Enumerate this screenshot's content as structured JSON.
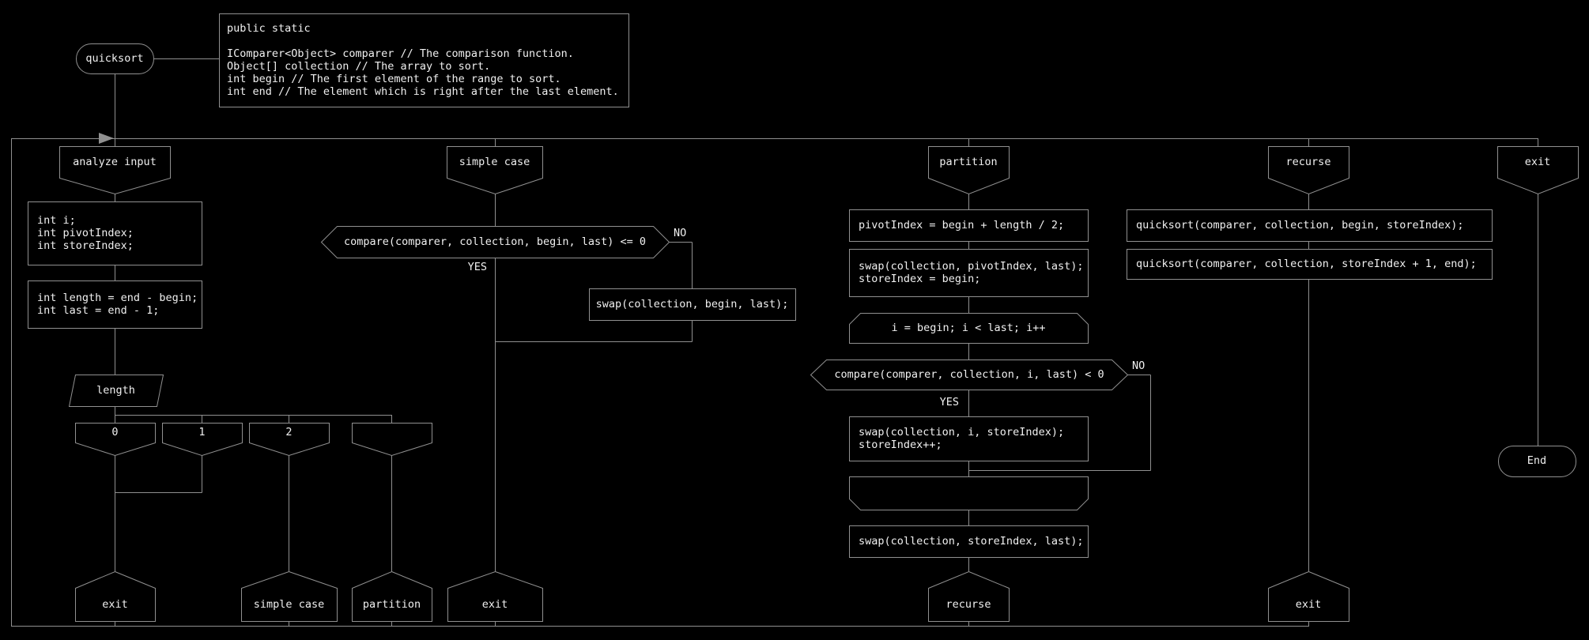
{
  "colors": {
    "background": "#000000",
    "line": "#909090",
    "text": "#f0f0f0"
  },
  "flow": {
    "start": "quicksort",
    "comment": "public static\n\nIComparer<Object> comparer // The comparison function.\nObject[] collection // The array to sort.\nint begin // The first element of the range to sort.\nint end // The element which is right after the last element.",
    "headers": {
      "analyze": "analyze input",
      "simple": "simple case",
      "partition": "partition",
      "recurse": "recurse",
      "exit": "exit"
    },
    "analyze": {
      "decls": "int i;\nint pivotIndex;\nint storeIndex;",
      "init": "int length = end - begin;\nint last = end - 1;",
      "choice": "length",
      "case0": "0",
      "case1": "1",
      "case2": "2",
      "case_else": "",
      "footer_exit": "exit",
      "footer_simple": "simple case",
      "footer_partition": "partition"
    },
    "simple": {
      "cond": "compare(comparer, collection, begin, last) <= 0",
      "no": "NO",
      "yes": "YES",
      "swap": "swap(collection, begin, last);",
      "footer": "exit"
    },
    "partition": {
      "pivot": "pivotIndex = begin + length / 2;",
      "swap_pivot": "swap(collection, pivotIndex, last);\nstoreIndex = begin;",
      "loop": "i = begin; i < last; i++",
      "cond": "compare(comparer, collection, i, last) < 0",
      "no": "NO",
      "yes": "YES",
      "swap_i": "swap(collection, i, storeIndex);\nstoreIndex++;",
      "swap_store": "swap(collection, storeIndex, last);",
      "footer": "recurse"
    },
    "recurse": {
      "call1": "quicksort(comparer, collection, begin, storeIndex);",
      "call2": "quicksort(comparer, collection, storeIndex + 1, end);",
      "footer": "exit"
    },
    "exit": {
      "end": "End"
    }
  }
}
